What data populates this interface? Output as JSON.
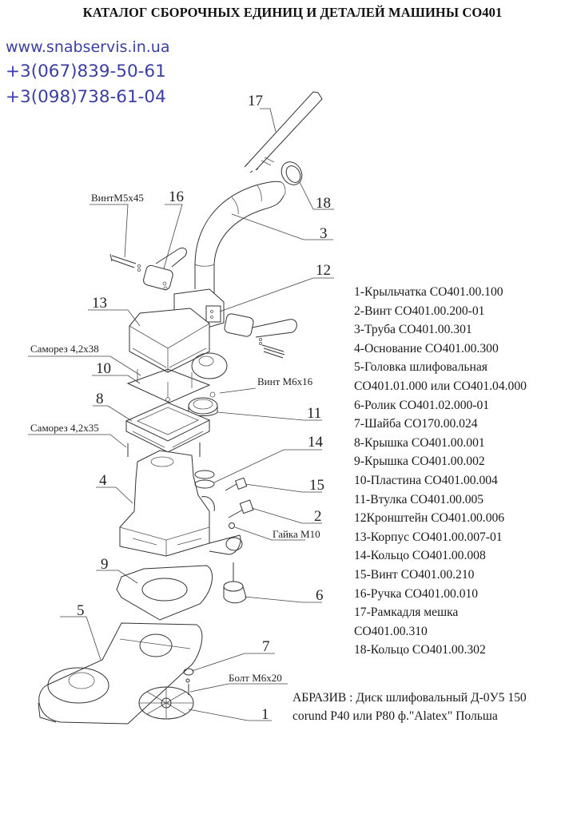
{
  "document": {
    "title": "КАТАЛОГ  СБОРОЧНЫХ ЕДИНИЦ И ДЕТАЛЕЙ МАШИНЫ СО401",
    "contacts": {
      "website": "www.snabservis.in.ua",
      "phone_1": "+3(067)839-50-61",
      "phone_2": "+3(098)738-61-04",
      "color": "#3b3fa0"
    }
  },
  "diagram": {
    "callouts": {
      "n1": "1",
      "n2": "2",
      "n3": "3",
      "n4": "4",
      "n5": "5",
      "n6": "6",
      "n7": "7",
      "n8": "8",
      "n9": "9",
      "n10": "10",
      "n11": "11",
      "n12": "12",
      "n13": "13",
      "n14": "14",
      "n15": "15",
      "n16": "16",
      "n17": "17",
      "n18": "18"
    },
    "fasteners": {
      "screw_m5x45": "ВинтМ5х45",
      "self_tap_38": "Саморез 4,2х38",
      "screw_m6x16": "Винт М6х16",
      "self_tap_35": "Саморез 4,2х35",
      "nut_m10": "Гайка М10",
      "bolt_m6x20": "Болт М6х20"
    }
  },
  "parts_list": [
    "1-Крыльчатка  СО401.00.100",
    "2-Винт СО401.00.200-01",
    "3-Труба СО401.00.301",
    "4-Основание СО401.00.300",
    "5-Головка  шлифовальная",
    "СО401.01.000 или СО401.04.000",
    "6-Ролик СО401.02.000-01",
    "7-Шайба СО170.00.024",
    "8-Крышка СО401.00.001",
    "9-Крышка СО401.00.002",
    "10-Пластина СО401.00.004",
    "11-Втулка СО401.00.005",
    "12Кронштейн СО401.00.006",
    "13-Корпус СО401.00.007-01",
    "14-Кольцо СО401.00.008",
    "15-Винт СО401.00.210",
    "16-Ручка СО401.00.010",
    "17-Рамкадля мешка",
    "СО401.00.310",
    "18-Кольцо СО401.00.302"
  ],
  "abrasive_note": {
    "line_1": "АБРАЗИВ : Диск шлифовальный Д-0У5 150",
    "line_2": "corund P40 или P80 ф.\"Alatex\" Польша"
  }
}
